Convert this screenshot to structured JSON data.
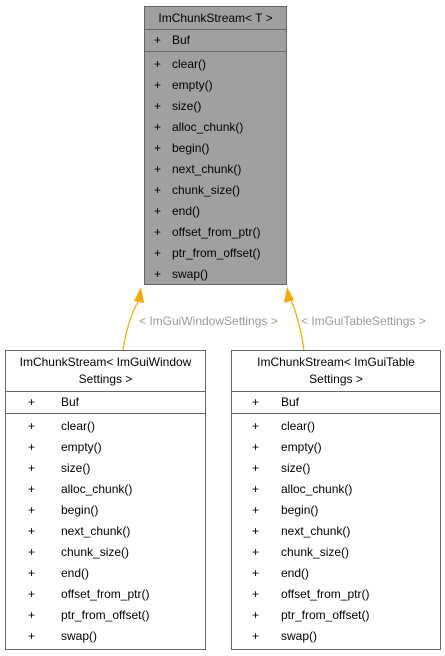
{
  "base_class": {
    "title": "ImChunkStream< T >",
    "attributes": [
      {
        "vis": "+",
        "name": "Buf"
      }
    ],
    "operations": [
      {
        "vis": "+",
        "name": "clear()"
      },
      {
        "vis": "+",
        "name": "empty()"
      },
      {
        "vis": "+",
        "name": "size()"
      },
      {
        "vis": "+",
        "name": "alloc_chunk()"
      },
      {
        "vis": "+",
        "name": "begin()"
      },
      {
        "vis": "+",
        "name": "next_chunk()"
      },
      {
        "vis": "+",
        "name": "chunk_size()"
      },
      {
        "vis": "+",
        "name": "end()"
      },
      {
        "vis": "+",
        "name": "offset_from_ptr()"
      },
      {
        "vis": "+",
        "name": "ptr_from_offset()"
      },
      {
        "vis": "+",
        "name": "swap()"
      }
    ]
  },
  "child_window": {
    "title_line1": "ImChunkStream< ImGuiWindow",
    "title_line2": "Settings >",
    "edge_label": "< ImGuiWindowSettings >",
    "attributes": [
      {
        "vis": "+",
        "name": "Buf"
      }
    ],
    "operations": [
      {
        "vis": "+",
        "name": "clear()"
      },
      {
        "vis": "+",
        "name": "empty()"
      },
      {
        "vis": "+",
        "name": "size()"
      },
      {
        "vis": "+",
        "name": "alloc_chunk()"
      },
      {
        "vis": "+",
        "name": "begin()"
      },
      {
        "vis": "+",
        "name": "next_chunk()"
      },
      {
        "vis": "+",
        "name": "chunk_size()"
      },
      {
        "vis": "+",
        "name": "end()"
      },
      {
        "vis": "+",
        "name": "offset_from_ptr()"
      },
      {
        "vis": "+",
        "name": "ptr_from_offset()"
      },
      {
        "vis": "+",
        "name": "swap()"
      }
    ]
  },
  "child_table": {
    "title_line1": "ImChunkStream< ImGuiTable",
    "title_line2": "Settings >",
    "edge_label": "< ImGuiTableSettings >",
    "attributes": [
      {
        "vis": "+",
        "name": "Buf"
      }
    ],
    "operations": [
      {
        "vis": "+",
        "name": "clear()"
      },
      {
        "vis": "+",
        "name": "empty()"
      },
      {
        "vis": "+",
        "name": "size()"
      },
      {
        "vis": "+",
        "name": "alloc_chunk()"
      },
      {
        "vis": "+",
        "name": "begin()"
      },
      {
        "vis": "+",
        "name": "next_chunk()"
      },
      {
        "vis": "+",
        "name": "chunk_size()"
      },
      {
        "vis": "+",
        "name": "end()"
      },
      {
        "vis": "+",
        "name": "offset_from_ptr()"
      },
      {
        "vis": "+",
        "name": "ptr_from_offset()"
      },
      {
        "vis": "+",
        "name": "swap()"
      }
    ]
  },
  "colors": {
    "arrow": "#f5a800",
    "base_fill": "#a0a0a0",
    "border": "#666666",
    "edge_label": "#9a9a9a"
  }
}
